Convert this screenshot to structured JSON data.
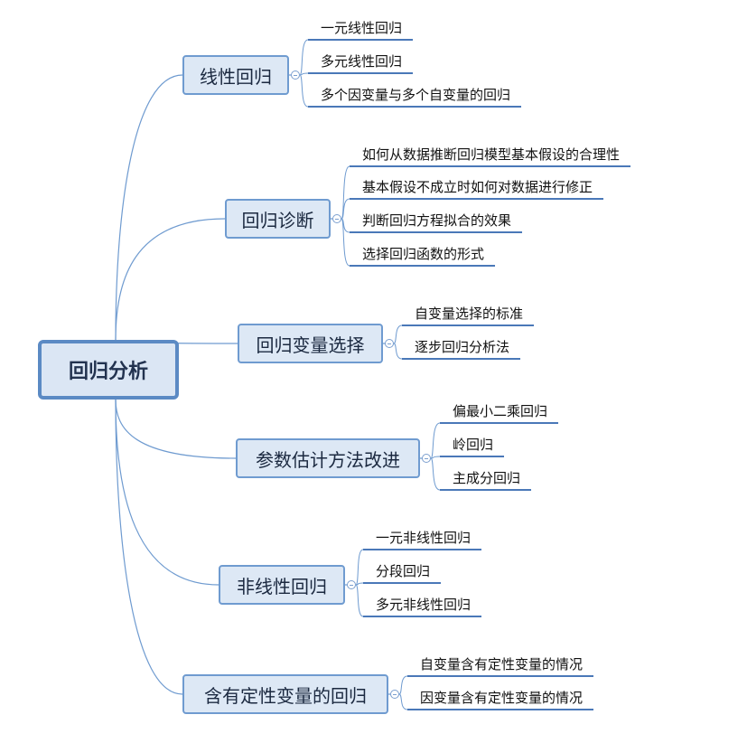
{
  "root": {
    "label": "回归分析"
  },
  "branches": [
    {
      "label": "线性回归",
      "children": [
        "一元线性回归",
        "多元线性回归",
        "多个因变量与多个自变量的回归"
      ]
    },
    {
      "label": "回归诊断",
      "children": [
        "如何从数据推断回归模型基本假设的合理性",
        "基本假设不成立时如何对数据进行修正",
        "判断回归方程拟合的效果",
        "选择回归函数的形式"
      ]
    },
    {
      "label": "回归变量选择",
      "children": [
        "自变量选择的标准",
        "逐步回归分析法"
      ]
    },
    {
      "label": "参数估计方法改进",
      "children": [
        "偏最小二乘回归",
        "岭回归",
        "主成分回归"
      ]
    },
    {
      "label": "非线性回归",
      "children": [
        "一元非线性回归",
        "分段回归",
        "多元非线性回归"
      ]
    },
    {
      "label": "含有定性变量的回归",
      "children": [
        "自变量含有定性变量的情况",
        "因变量含有定性变量的情况"
      ]
    }
  ],
  "colors": {
    "line": "#6f9bd0",
    "underline": "#4a78b8",
    "root_border": "#5b8ac4",
    "fill": "#dde8f5"
  }
}
